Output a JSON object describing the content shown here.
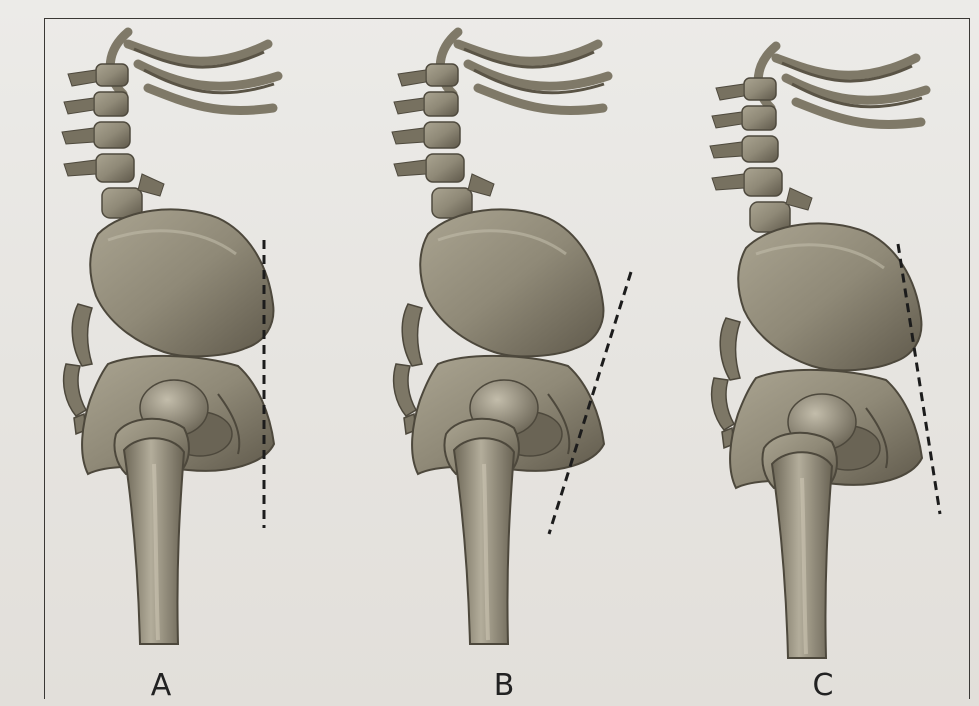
{
  "figure": {
    "panels": [
      {
        "label": "A"
      },
      {
        "label": "B"
      },
      {
        "label": "C"
      }
    ]
  },
  "colors": {
    "bone_base": "#8f8977",
    "bone_dark": "#5d574a",
    "bone_light": "#b7b19f",
    "reference_line": "#1c1c1c",
    "frame": "#3a3835",
    "paper": "#e9e6e0"
  }
}
